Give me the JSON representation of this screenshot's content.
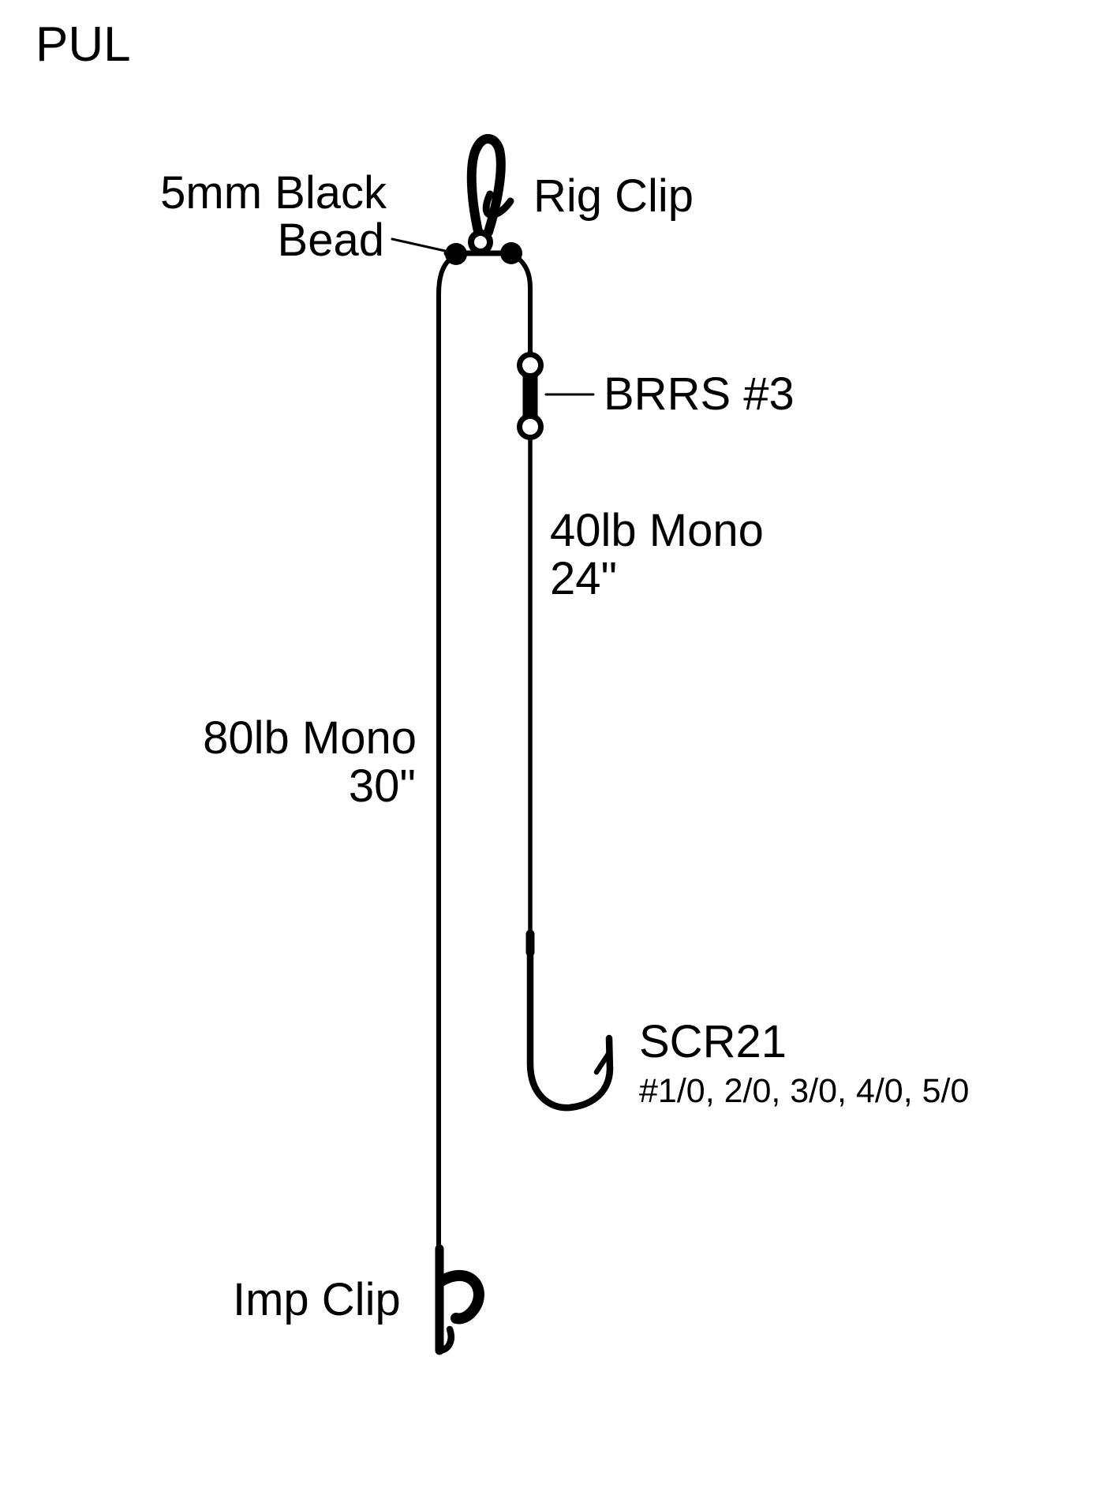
{
  "page": {
    "title": "PUL",
    "background": "#ffffff",
    "ink": "#000000"
  },
  "components": {
    "rig_clip": {
      "label": "Rig Clip"
    },
    "bead": {
      "label_line1": "5mm Black",
      "label_line2": "Bead"
    },
    "swivel": {
      "label": "BRRS #3"
    },
    "snood_line": {
      "label_line1": "40lb Mono",
      "label_line2": "24\""
    },
    "body_line": {
      "label_line1": "80lb Mono",
      "label_line2": "30\""
    },
    "hook": {
      "model": "SCR21",
      "sizes": "#1/0, 2/0, 3/0, 4/0, 5/0"
    },
    "imp_clip": {
      "label": "Imp Clip"
    }
  }
}
